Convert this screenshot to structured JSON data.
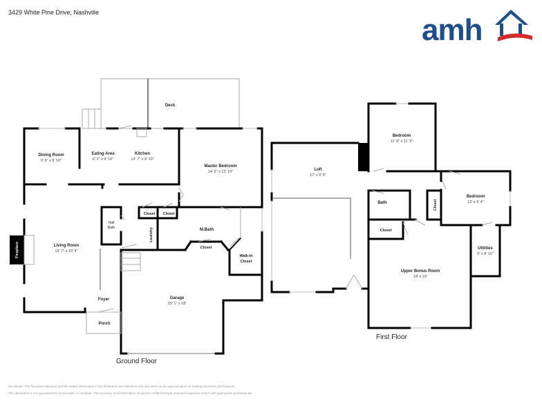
{
  "header": {
    "address": "3429 White Pine Drive, Nashville",
    "logo_text": "amh",
    "logo_colors": {
      "blue": "#1f4e8c",
      "red": "#d32a2a"
    }
  },
  "ground_floor": {
    "label": "Ground Floor",
    "rooms": {
      "deck": {
        "name": "Deck"
      },
      "dining": {
        "name": "Dining Room",
        "dims": "9' 9\" x 9' 10\""
      },
      "eating": {
        "name": "Eating Area",
        "dims": "6' 2\" x 9' 10\""
      },
      "kitchen": {
        "name": "Kitchen",
        "dims": "13' 7\" x 9' 10\""
      },
      "master": {
        "name": "Master Bedroom",
        "dims": "14' 6\" x 13' 10\""
      },
      "closet1": {
        "name": "Closet"
      },
      "closet2": {
        "name": "Closet"
      },
      "halfbath": {
        "name": "Half",
        "name2": "Bath"
      },
      "laundry": {
        "name": "Laundry"
      },
      "mbath": {
        "name": "M.Bath"
      },
      "mcloset": {
        "name": "Closet"
      },
      "walkin": {
        "name": "Walk-In",
        "name2": "Closet"
      },
      "fireplace": {
        "name": "Fireplace"
      },
      "living": {
        "name": "Living Room",
        "dims": "13' 7\" x 23' 4\""
      },
      "foyer": {
        "name": "Foyer"
      },
      "porch": {
        "name": "Porch"
      },
      "garage": {
        "name": "Garage",
        "dims": "25' 1\" x 18'"
      }
    }
  },
  "first_floor": {
    "label": "First Floor",
    "rooms": {
      "bedroom1": {
        "name": "Bedroom",
        "dims": "11' 8\" x 11' 9\""
      },
      "loft": {
        "name": "Loft",
        "dims": "17' x 9' 8\""
      },
      "bath": {
        "name": "Bath"
      },
      "closet_v": {
        "name": "Closet"
      },
      "bedroom2": {
        "name": "Bedroom",
        "dims": "12' x 9' 4\""
      },
      "closet": {
        "name": "Closet"
      },
      "bonus": {
        "name": "Upper Bonus Room",
        "dims": "18' x 19'"
      },
      "utilities": {
        "name": "Utilities",
        "dims": "5' x 8' 10\""
      }
    }
  },
  "disclaimer": {
    "line1": "Disclaimer: The floorplans depicted and the stated dimensions in this illustration are indicative only and serve as an approximation of existing structures and features.",
    "line2": "This illustration is not guaranteed to be accurate or complete. The accuracy of all information should be verified through personal inspection and/or with appropriate professionals."
  }
}
